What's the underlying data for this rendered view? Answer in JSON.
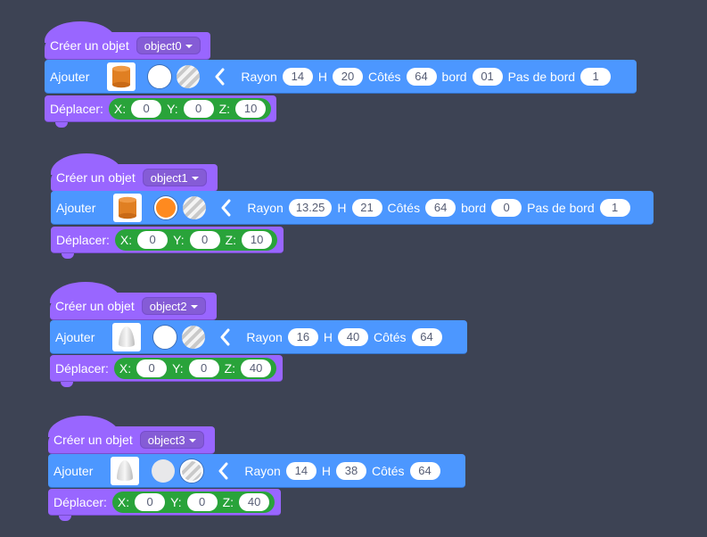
{
  "groups": [
    {
      "create_label": "Créer un objet",
      "object_name": "object0",
      "add_label": "Ajouter",
      "shape": "cylinder",
      "shape_color": "#e07f22",
      "color_selected": "white",
      "params": [
        {
          "label": "Rayon",
          "value": "14"
        },
        {
          "label": "H",
          "value": "20"
        },
        {
          "label": "Côtés",
          "value": "64"
        },
        {
          "label": "bord",
          "value": "01"
        },
        {
          "label": "Pas de bord",
          "value": "1"
        }
      ],
      "move_label": "Déplacer:",
      "x_label": "X:",
      "x": "0",
      "y_label": "Y:",
      "y": "0",
      "z_label": "Z:",
      "z": "10"
    },
    {
      "create_label": "Créer un objet",
      "object_name": "object1",
      "add_label": "Ajouter",
      "shape": "cylinder",
      "shape_color": "#e07f22",
      "color_selected": "orange",
      "params": [
        {
          "label": "Rayon",
          "value": "13.25"
        },
        {
          "label": "H",
          "value": "21"
        },
        {
          "label": "Côtés",
          "value": "64"
        },
        {
          "label": "bord",
          "value": "0"
        },
        {
          "label": "Pas de bord",
          "value": "1"
        }
      ],
      "move_label": "Déplacer:",
      "x_label": "X:",
      "x": "0",
      "y_label": "Y:",
      "y": "0",
      "z_label": "Z:",
      "z": "10"
    },
    {
      "create_label": "Créer un objet",
      "object_name": "object2",
      "add_label": "Ajouter",
      "shape": "paraboloid",
      "shape_color": "#e6e6e6",
      "color_selected": "white",
      "params": [
        {
          "label": "Rayon",
          "value": "16"
        },
        {
          "label": "H",
          "value": "40"
        },
        {
          "label": "Côtés",
          "value": "64"
        }
      ],
      "move_label": "Déplacer:",
      "x_label": "X:",
      "x": "0",
      "y_label": "Y:",
      "y": "0",
      "z_label": "Z:",
      "z": "40"
    },
    {
      "create_label": "Créer un objet",
      "object_name": "object3",
      "add_label": "Ajouter",
      "shape": "paraboloid",
      "shape_color": "#e6e6e6",
      "color_selected": "striped",
      "params": [
        {
          "label": "Rayon",
          "value": "14"
        },
        {
          "label": "H",
          "value": "38"
        },
        {
          "label": "Côtés",
          "value": "64"
        }
      ],
      "move_label": "Déplacer:",
      "x_label": "X:",
      "x": "0",
      "y_label": "Y:",
      "y": "0",
      "z_label": "Z:",
      "z": "40"
    }
  ]
}
